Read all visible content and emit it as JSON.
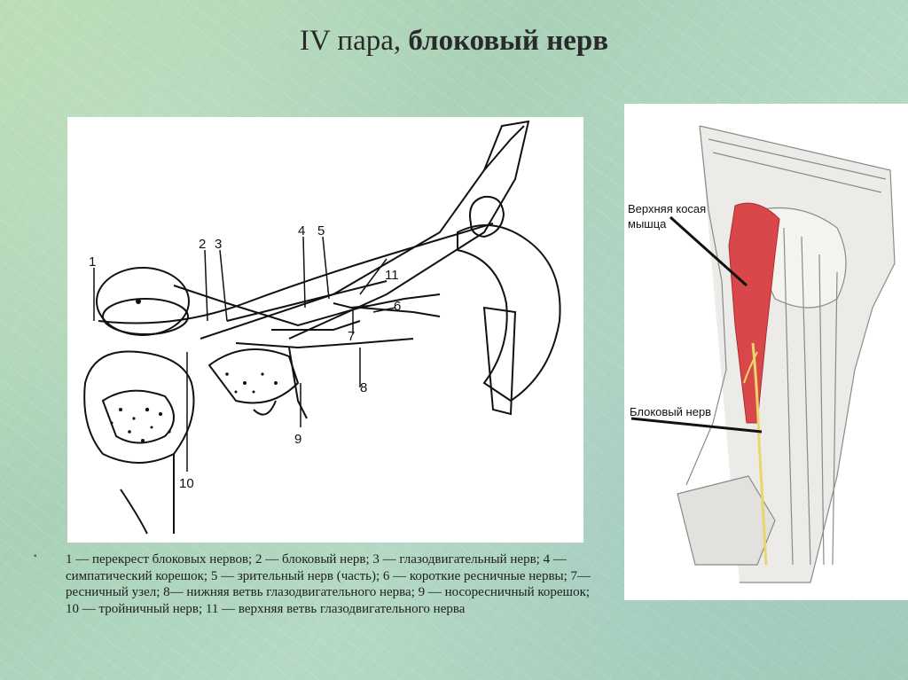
{
  "slide": {
    "title_prefix": "IV пара, ",
    "title_bold": "блоковый нерв"
  },
  "figure_left": {
    "labels": [
      "1",
      "2",
      "3",
      "4",
      "5",
      "6",
      "7",
      "8",
      "9",
      "10",
      "11"
    ]
  },
  "figure_right": {
    "label_muscle_line1": "Верхняя косая",
    "label_muscle_line2": "мышца",
    "label_nerve": "Блоковый нерв"
  },
  "caption": {
    "bullet": "▪",
    "text": "1 — перекрест блоковых нервов; 2 — блоковый нерв; 3 — глазодвигательный нерв; 4 — симпатический корешок; 5 — зрительный нерв (часть); 6 — короткие ресничные нервы; 7— ресничный узел; 8— нижняя ветвь глазодвигательного нерва; 9 — носоресничный корешок; 10 — тройничный нерв; 11 — верхняя ветвь глазодвигательного нерва"
  },
  "colors": {
    "muscle": "#d9474a",
    "nerve": "#e8d86a"
  }
}
